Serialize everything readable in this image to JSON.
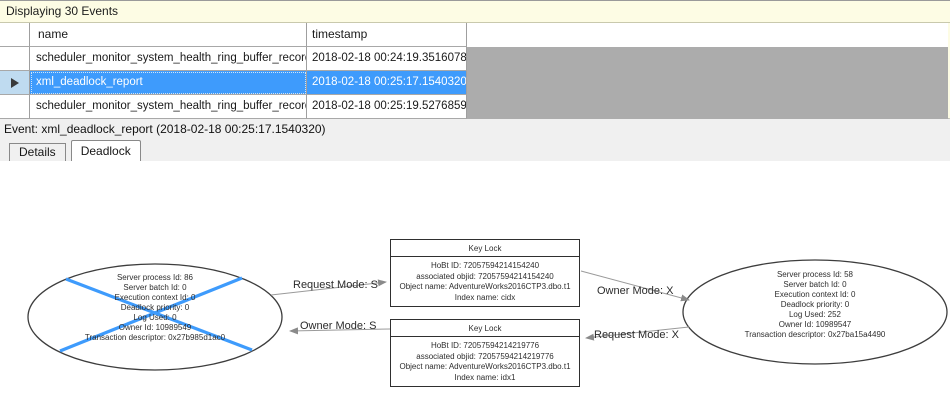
{
  "colors": {
    "selection_blue": "#3e9bfc",
    "victim_x_blue": "#3e9bfc",
    "events_bar_bg": "#fdfce4",
    "grid_filler_gray": "#acacac",
    "panel_bg": "#f0f0f0"
  },
  "events_header": {
    "title": "Displaying 30 Events"
  },
  "grid": {
    "columns": {
      "name": "name",
      "timestamp": "timestamp"
    },
    "selected_row_index": 1,
    "rows": [
      {
        "name": "scheduler_monitor_system_health_ring_buffer_recorded",
        "timestamp": "2018-02-18 00:24:19.3516078"
      },
      {
        "name": "xml_deadlock_report",
        "timestamp": "2018-02-18 00:25:17.1540320"
      },
      {
        "name": "scheduler_monitor_system_health_ring_buffer_recorded",
        "timestamp": "2018-02-18 00:25:19.5276859"
      }
    ]
  },
  "event_bar": {
    "label": "Event: xml_deadlock_report (2018-02-18 00:25:17.1540320)"
  },
  "tabs": {
    "details": "Details",
    "deadlock": "Deadlock",
    "active": "Deadlock"
  },
  "deadlock_graph": {
    "process_left": {
      "victim": true,
      "lines": [
        "Server process Id: 86",
        "Server batch Id: 0",
        "Execution context Id: 0",
        "Deadlock priority: 0",
        "Log Used: 0",
        "Owner Id: 10989549",
        "Transaction descriptor: 0x27b985d1ac0"
      ]
    },
    "process_right": {
      "victim": false,
      "lines": [
        "Server process Id: 58",
        "Server batch Id: 0",
        "Execution context Id: 0",
        "Deadlock priority: 0",
        "Log Used: 252",
        "Owner Id: 10989547",
        "Transaction descriptor: 0x27ba15a4490"
      ]
    },
    "resource_top": {
      "title": "Key Lock",
      "lines": [
        "HoBt ID: 72057594214154240",
        "associated objid: 72057594214154240",
        "Object name: AdventureWorks2016CTP3.dbo.t1",
        "Index name: cidx"
      ]
    },
    "resource_bottom": {
      "title": "Key Lock",
      "lines": [
        "HoBt ID: 72057594214219776",
        "associated objid: 72057594214219776",
        "Object name: AdventureWorks2016CTP3.dbo.t1",
        "Index name: idx1"
      ]
    },
    "edge_labels": {
      "request_s": "Request Mode: S",
      "owner_s": "Owner Mode: S",
      "owner_x": "Owner Mode: X",
      "request_x": "Request Mode: X"
    }
  }
}
